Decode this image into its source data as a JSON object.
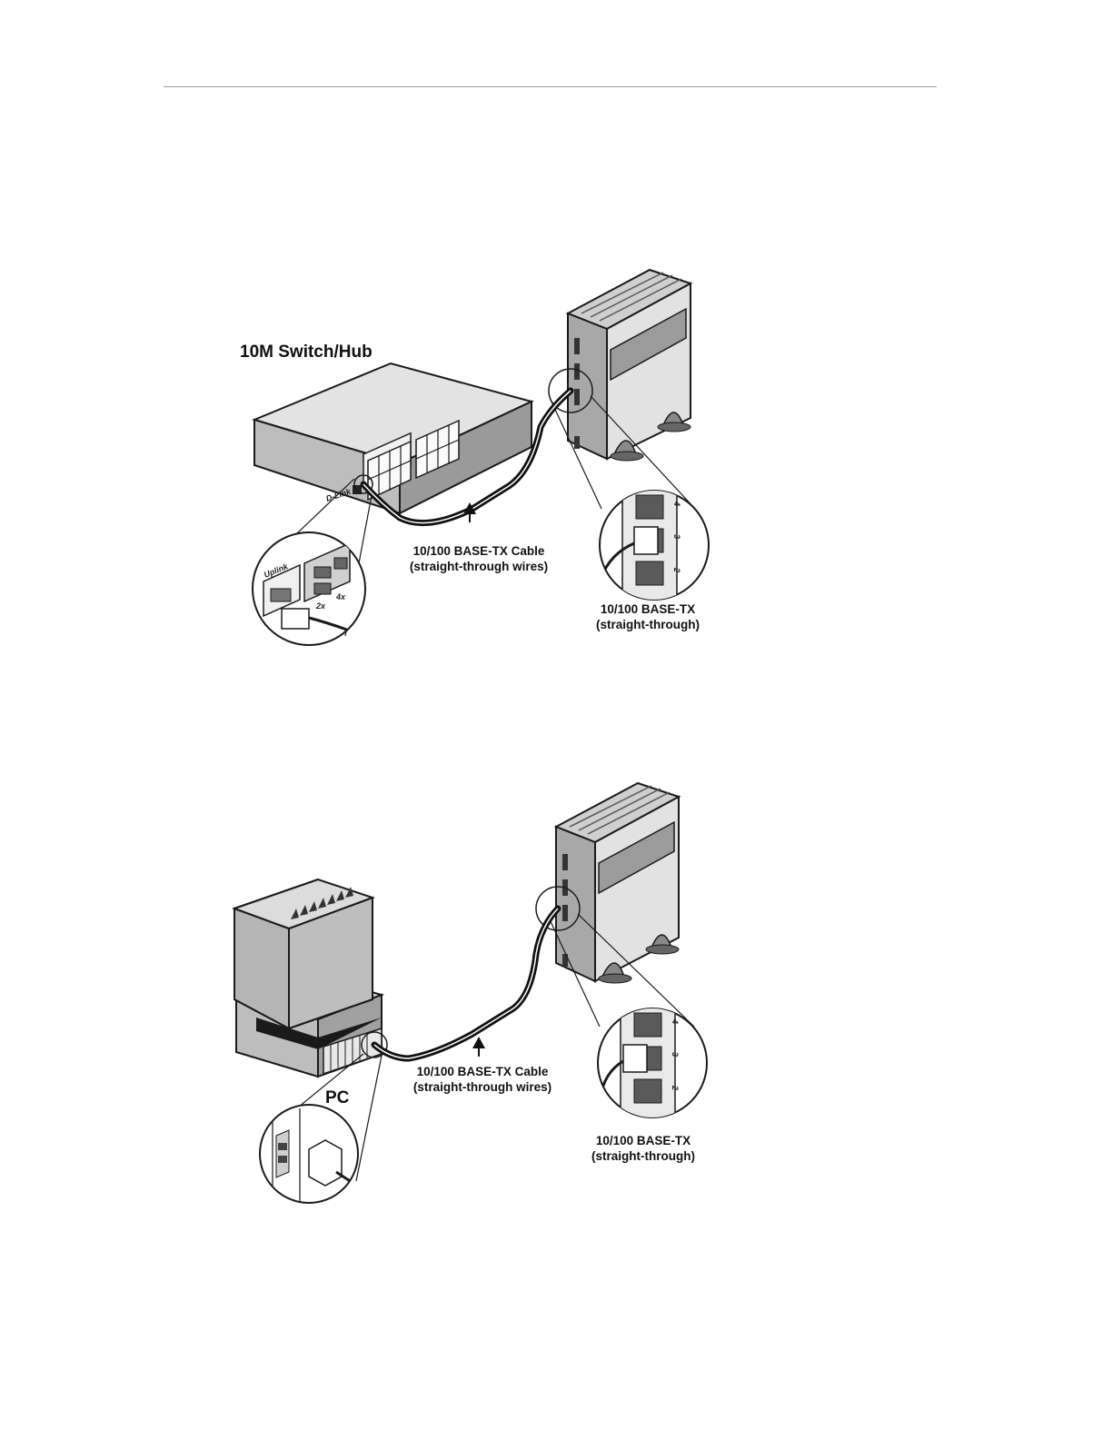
{
  "figure1": {
    "device_label": "10M Switch/Hub",
    "cable_label_line1": "10/100 BASE-TX Cable",
    "cable_label_line2": "(straight-through wires)",
    "port_label_line1": "10/100 BASE-TX",
    "port_label_line2": "(straight-through)",
    "hub_brand": "D-Link",
    "hub_port_labels": [
      "Uplink",
      "2x",
      "4x"
    ],
    "router_port_numbers": [
      "4",
      "3",
      "2"
    ]
  },
  "figure2": {
    "device_label": "PC",
    "cable_label_line1": "10/100 BASE-TX Cable",
    "cable_label_line2": "(straight-through wires)",
    "port_label_line1": "10/100 BASE-TX",
    "port_label_line2": "(straight-through)",
    "router_port_numbers": [
      "4",
      "3",
      "2"
    ]
  },
  "colors": {
    "outline": "#1a1a1a",
    "device_light": "#d9d9d9",
    "device_mid": "#bdbdbd",
    "device_dark": "#8e8e8e",
    "cable": "#111111"
  }
}
